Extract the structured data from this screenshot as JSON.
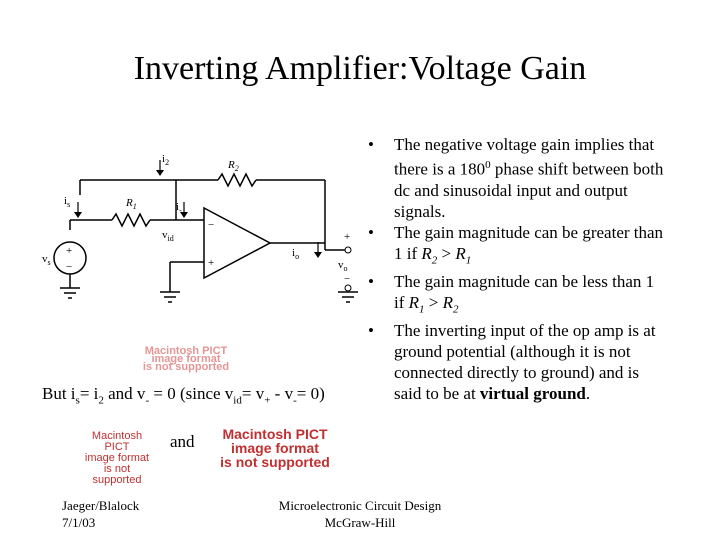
{
  "title": "Inverting Amplifier:Voltage Gain",
  "circuit": {
    "labels": {
      "i2": "i",
      "i2_sub": "2",
      "R2": "R",
      "R2_sub": "2",
      "is": "i",
      "is_sub": "s",
      "R1": "R",
      "R1_sub": "1",
      "iminus": "i",
      "iminus_sub": "-",
      "vid": "v",
      "vid_sub": "id",
      "io": "i",
      "io_sub": "o",
      "vs": "v",
      "vs_sub": "s",
      "vo": "v",
      "vo_sub": "o",
      "plus": "+",
      "minus": "−"
    }
  },
  "bullets": [
    {
      "dot": "•",
      "text_pre": "The negative voltage gain implies that there is a 180",
      "sup": "0",
      "text_post": " phase shift between both dc and sinusoidal input and output signals."
    },
    {
      "dot": "•",
      "text_pre": "The gain magnitude can be greater than 1 if ",
      "r_a": "R",
      "r_a_sub": "2",
      "cmp": " > ",
      "r_b": "R",
      "r_b_sub": "1"
    },
    {
      "dot": "•",
      "text_pre": "The gain magnitude can be less than 1 if ",
      "r_a": "R",
      "r_a_sub": "1",
      "cmp": " > ",
      "r_b": "R",
      "r_b_sub": "2"
    },
    {
      "dot": "•",
      "text_pre": "The inverting input of the op amp is at ground potential (although it is not connected directly to ground) and is said to be at ",
      "bold": "virtual ground",
      "text_post": "."
    }
  ],
  "pict_placeholder": {
    "line1": "Macintosh PICT",
    "line2": "image format",
    "line3": "is not supported"
  },
  "but_line": {
    "p1": "But i",
    "s1": "s",
    "p2": "= i",
    "s2": "2",
    "p3": " and v",
    "s3": "-",
    "p4": " = 0 (since v",
    "s4": "id",
    "p5": "= v",
    "s5": "+",
    "p6": " - v",
    "s6": "-",
    "p7": "= 0)"
  },
  "and_text": "and",
  "footer": {
    "left_line1": "Jaeger/Blalock",
    "left_line2": "7/1/03",
    "center_line1": "Microelectronic Circuit Design",
    "center_line2": "McGraw-Hill"
  }
}
